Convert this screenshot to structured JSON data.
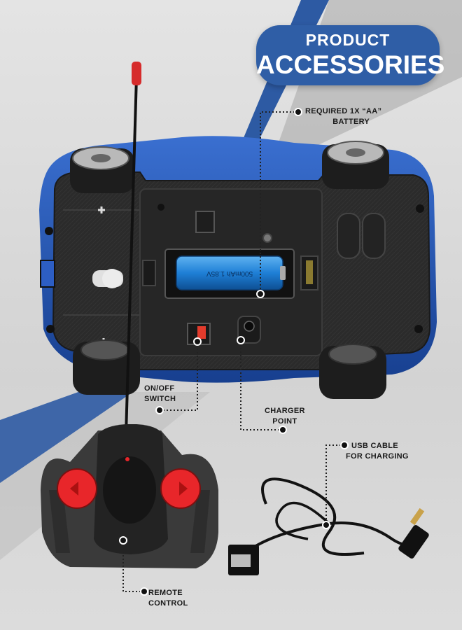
{
  "header": {
    "line1": "PRODUCT",
    "line2": "ACCESSORIES",
    "bg_color": "#2f5ea6"
  },
  "battery_label": "500mAh 1.85V",
  "callouts": {
    "battery": {
      "line1": "REQUIRED 1X “AA”",
      "line2": "BATTERY"
    },
    "switch": {
      "line1": "ON/OFF",
      "line2": "SWITCH"
    },
    "charger": {
      "line1": "CHARGER",
      "line2": "POINT"
    },
    "usb": {
      "line1": "USB CABLE",
      "line2": "FOR CHARGING"
    },
    "remote": {
      "line1": "REMOTE",
      "line2": "CONTROL"
    }
  },
  "colors": {
    "car_body": "#1f4fb0",
    "chassis": "#2a2a2a",
    "battery": "#1e7fd6",
    "button_red": "#e8262a",
    "accent_stripe": "#2d5aa3"
  },
  "icons": [
    "battery-icon",
    "switch-icon",
    "charger-port-icon",
    "usb-cable-icon",
    "remote-control-icon",
    "antenna-icon"
  ]
}
